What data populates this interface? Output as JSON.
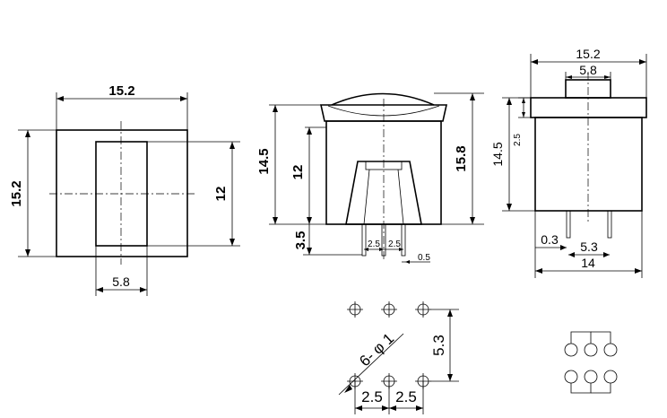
{
  "front_view": {
    "width_label": "15.2",
    "height_label": "15.2",
    "inner_height_label": "12",
    "inner_width_label": "5.8"
  },
  "side_view": {
    "body_height_label": "14.5",
    "inner_height_label": "12",
    "pin_length_label": "3.5",
    "total_height_label": "15.8",
    "pitch_label_1": "2.5",
    "pitch_label_2": "2.5",
    "pin_width_label": "0.5"
  },
  "right_view": {
    "top_width_label": "15.2",
    "button_width_label": "5.8",
    "cap_height_label": "2.5",
    "body_height_label": "14.5",
    "pin_offset_label": "0.3",
    "pin_spacing_label": "5.3",
    "body_width_label": "14"
  },
  "hole_pattern": {
    "hole_label": "6- φ 1",
    "row_spacing_label": "5.3",
    "pitch_label_1": "2.5",
    "pitch_label_2": "2.5"
  },
  "schematic": {}
}
